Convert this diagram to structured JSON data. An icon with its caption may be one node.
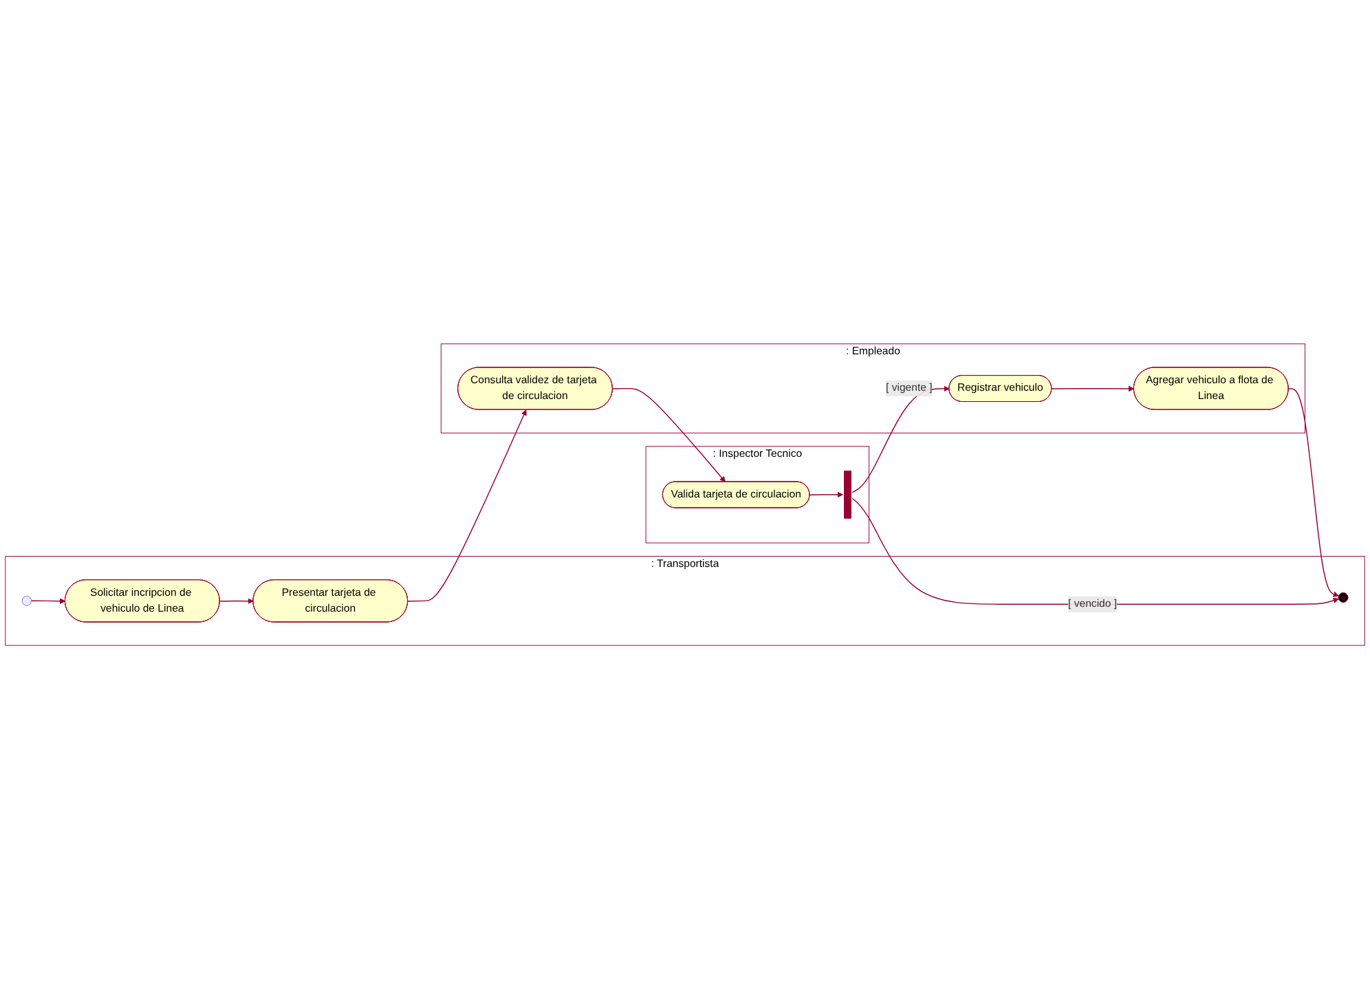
{
  "diagram": {
    "nodes": [
      {
        "text": [
          ": Transportista"
        ]
      },
      {
        "text": [
          ": Empleado"
        ]
      },
      {
        "text": [
          ": Inspector Tecnico"
        ]
      },
      {
        "text": [],
        "shape": "circle",
        "in": 0
      },
      {
        "text": [
          "Solicitar incripcion de vehiculo de Linea"
        ],
        "in": 0
      },
      {
        "text": [
          "Presentar tarjeta de circulacion"
        ],
        "in": 0
      },
      {
        "text": [
          "Consulta validez de tarjeta de circulacion"
        ],
        "in": 1
      },
      {
        "text": [
          "Valida tarjeta de circulacion"
        ],
        "in": 2
      },
      {
        "text": [],
        "shape": "bar",
        "in": 2
      },
      {
        "text": [
          "Registrar vehiculo"
        ],
        "in": 1
      },
      {
        "text": [
          "Agregar vehiculo a flota de Linea"
        ],
        "in": 1
      },
      {
        "text": [],
        "shape": "circle",
        "in": 0
      }
    ],
    "edges": [
      {
        "from": 3,
        "to": 4,
        "arrow": "to"
      },
      {
        "from": 4,
        "to": 5,
        "arrow": "to"
      },
      {
        "from": 5,
        "to": 6,
        "arrow": "to"
      },
      {
        "from": 6,
        "to": 7,
        "arrow": "to"
      },
      {
        "from": 7,
        "to": 8,
        "arrow": "to"
      },
      {
        "from": 8,
        "to": 9,
        "arrow": "to",
        "label": "[ vigente ]"
      },
      {
        "from": 9,
        "to": 10,
        "arrow": "to"
      },
      {
        "from": 10,
        "to": 11,
        "arrow": "to"
      },
      {
        "from": 8,
        "to": 11,
        "arrow": "to",
        "label": "[ vencido ]"
      }
    ]
  }
}
